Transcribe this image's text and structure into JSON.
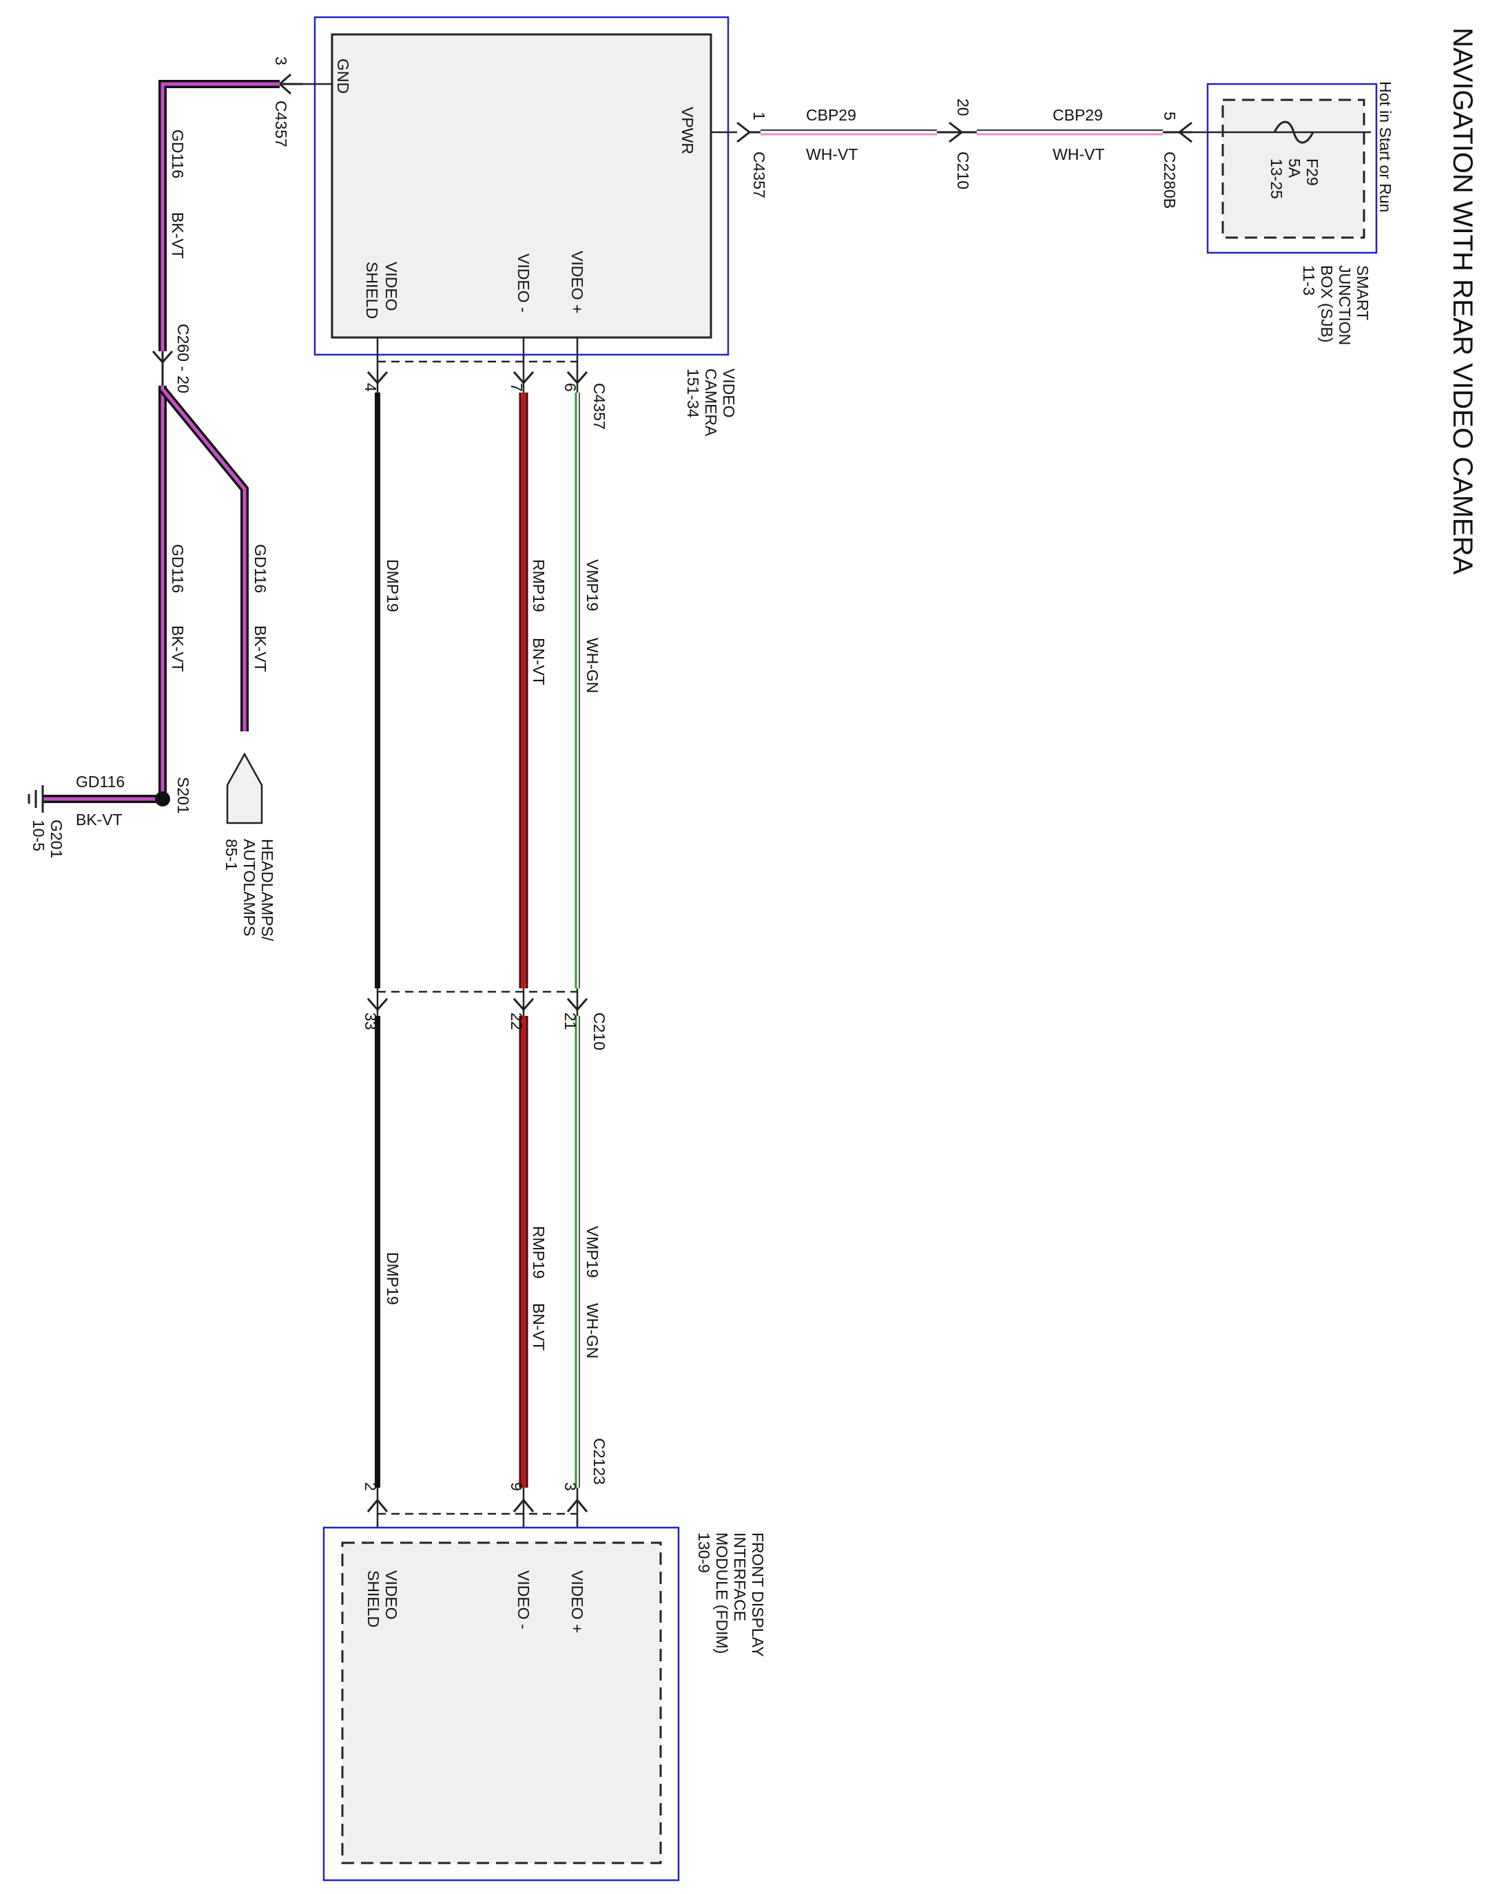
{
  "title": "NAVIGATION WITH REAR VIDEO CAMERA",
  "colors": {
    "violet": "#c64fc6",
    "wire_black": "#111111",
    "brown_red": "#b21c1c",
    "green": "#2e9a2e",
    "pink": "#e98fd8",
    "blue_box": "#2222cc"
  },
  "video_camera": {
    "name": "VIDEO",
    "name2": "CAMERA",
    "ref": "151-34",
    "pins": {
      "gnd": "GND",
      "vpwr": "VPWR",
      "video_shield_1": "VIDEO",
      "video_shield_2": "SHIELD",
      "video_minus": "VIDEO -",
      "video_plus": "VIDEO +"
    }
  },
  "fdim": {
    "line1": "FRONT DISPLAY",
    "line2": "INTERFACE",
    "line3": "MODULE (FDIM)",
    "ref": "130-9",
    "pins": {
      "video_shield_1": "VIDEO",
      "video_shield_2": "SHIELD",
      "video_minus": "VIDEO -",
      "video_plus": "VIDEO +"
    }
  },
  "sjb": {
    "line1": "SMART",
    "line2": "JUNCTION",
    "line3": "BOX (SJB)",
    "ref": "11-3",
    "hot": "Hot in Start or Run",
    "fuse": "F29",
    "fuse_rating": "5A",
    "fuse_ref": "13-25"
  },
  "headlamps": {
    "line1": "HEADLAMPS/",
    "line2": "AUTOLAMPS",
    "ref": "85-1"
  },
  "ground": {
    "name": "G201",
    "ref": "10-5",
    "splice": "S201",
    "circuit": "GD116",
    "color": "BK-VT"
  },
  "connectors": {
    "c4357": "C4357",
    "c210": "C210",
    "c2280b": "C2280B",
    "c2123": "C2123",
    "c260": "C260 - 20"
  },
  "pins": {
    "p3": "3",
    "p1": "1",
    "p20": "20",
    "p5": "5",
    "p4": "4",
    "p7": "7",
    "p6": "6",
    "p33": "33",
    "p22": "22",
    "p21": "21",
    "p2": "2",
    "p9": "9",
    "p3b": "3"
  },
  "circuits": {
    "cbp29": "CBP29",
    "whvt": "WH-VT",
    "gd116": "GD116",
    "bkvt": "BK-VT",
    "dmp19": "DMP19",
    "rmp19": "RMP19",
    "bnvt": "BN-VT",
    "vmp19": "VMP19",
    "whgn": "WH-GN"
  }
}
